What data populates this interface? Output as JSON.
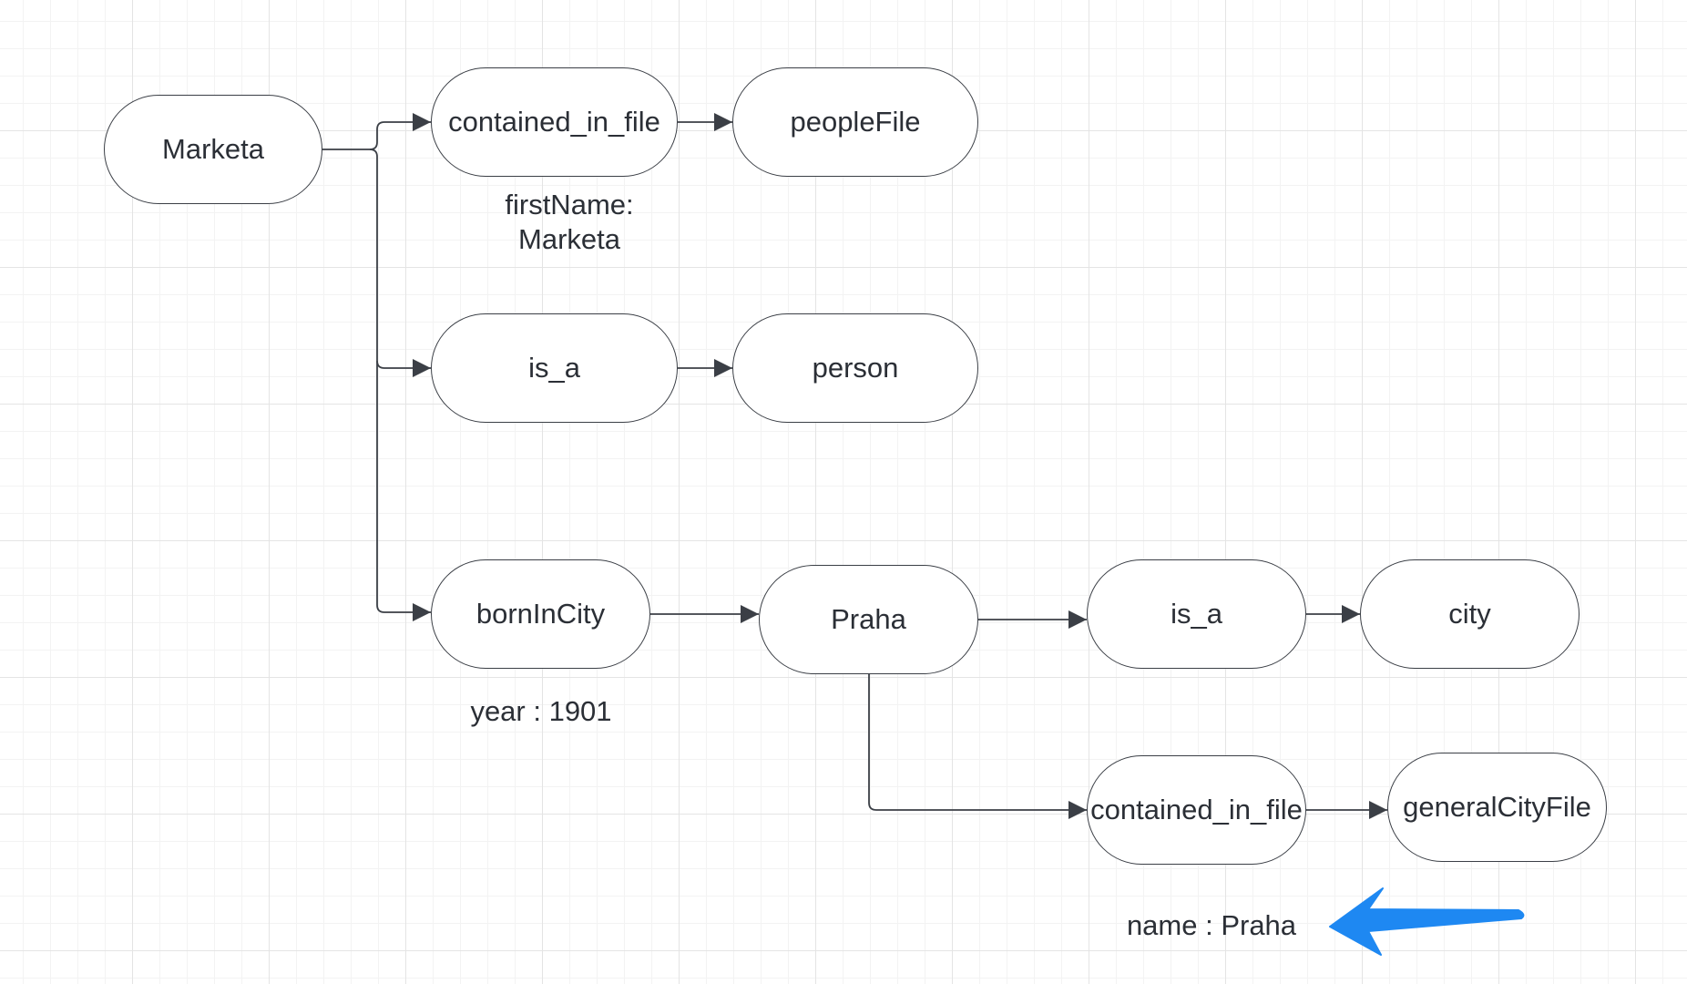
{
  "nodes": {
    "marketa": "Marketa",
    "contained_in_file_1": "contained_in_file",
    "people_file": "peopleFile",
    "is_a_1": "is_a",
    "person": "person",
    "born_in_city": "bornInCity",
    "praha": "Praha",
    "is_a_2": "is_a",
    "city": "city",
    "contained_in_file_2": "contained_in_file",
    "general_city_file": "generalCityFile"
  },
  "labels": {
    "first_name_line1": "firstName:",
    "first_name_line2": "Marketa",
    "year": "year : 1901",
    "name": "name : Praha"
  },
  "colors": {
    "stroke": "#3b3f46",
    "text": "#2b2f36",
    "grid": "#e4e4e4",
    "pointer_arrow": "#1e88f2"
  }
}
